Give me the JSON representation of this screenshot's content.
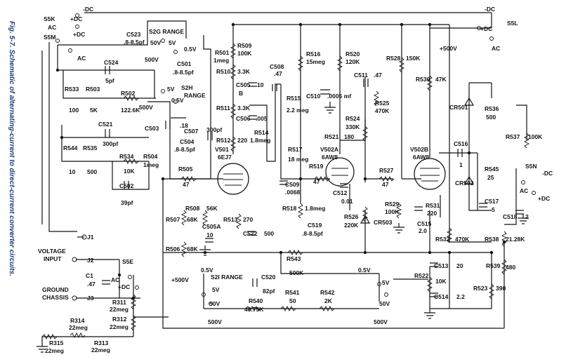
{
  "caption": "Fig. 5-7. Schematic of alternating-current to direct-current converter circuits.",
  "switches": {
    "s5k": "S5K",
    "s5m": "S5M",
    "s5l": "S5L",
    "s5n": "S5N",
    "s5e": "S5E",
    "s2g_range": "S2G RANGE",
    "s2h_range": "S2H",
    "s2h_range2": "RANGE",
    "s2i_range": "S2I RANGE"
  },
  "switch_positions": {
    "dc_minus": "-DC",
    "dc_plus": "+DC",
    "ac": "AC",
    "v500": "500V",
    "v50": "50V",
    "v5": "5V",
    "v05": "0.5V"
  },
  "supply": {
    "plus500": "+500V"
  },
  "inputs": {
    "j1": "J1",
    "j2": "J2",
    "j3": "J3",
    "voltage_input_1": "VOLTAGE",
    "voltage_input_2": "INPUT",
    "ground_1": "GROUND",
    "ground_2": "CHASSIS"
  },
  "tubes": {
    "v501": "V501",
    "v501_type": "6EJ7",
    "v502a": "V502A",
    "v502a_type": "6AW8",
    "v502b": "V502B",
    "v502b_type": "6AW8"
  },
  "components": [
    {
      "ref": "R509",
      "val": "100K"
    },
    {
      "ref": "R510",
      "val": "3.3K"
    },
    {
      "ref": "R511",
      "val": "3.3K"
    },
    {
      "ref": "R512",
      "val": "220"
    },
    {
      "ref": "R513",
      "val": "270"
    },
    {
      "ref": "R514",
      "val": "1.8meg"
    },
    {
      "ref": "R515",
      "val": "2.2 meg"
    },
    {
      "ref": "R516",
      "val": "15meg"
    },
    {
      "ref": "R517",
      "val": "18 meg"
    },
    {
      "ref": "R518",
      "val": "1.8meg"
    },
    {
      "ref": "R519",
      "val": "47"
    },
    {
      "ref": "R520",
      "val": "120K"
    },
    {
      "ref": "R521",
      "val": "180"
    },
    {
      "ref": "R524",
      "val": "330K"
    },
    {
      "ref": "R525",
      "val": "470K"
    },
    {
      "ref": "R526",
      "val": "220K"
    },
    {
      "ref": "R527",
      "val": "47"
    },
    {
      "ref": "R528",
      "val": "150K"
    },
    {
      "ref": "R529",
      "val": "100K"
    },
    {
      "ref": "R530",
      "val": "47K"
    },
    {
      "ref": "R531",
      "val": "220"
    },
    {
      "ref": "R532",
      "val": "470K"
    },
    {
      "ref": "R536",
      "val": "500"
    },
    {
      "ref": "R537",
      "val": "100K"
    },
    {
      "ref": "R538",
      "val": "21.28K"
    },
    {
      "ref": "R539",
      "val": "480"
    },
    {
      "ref": "R545",
      "val": "25"
    },
    {
      "ref": "R522",
      "val": "10K"
    },
    {
      "ref": "R523",
      "val": "390"
    },
    {
      "ref": "R501",
      "val": "1meg"
    },
    {
      "ref": "R502",
      "val": "122.6K"
    },
    {
      "ref": "R503",
      "val": "5K"
    },
    {
      "ref": "R533",
      "val": "100"
    },
    {
      "ref": "R504",
      "val": "1meg"
    },
    {
      "ref": "R505",
      "val": "47"
    },
    {
      "ref": "R534",
      "val": "10K"
    },
    {
      "ref": "R535",
      "val": "500"
    },
    {
      "ref": "R544",
      "val": "10"
    },
    {
      "ref": "R506",
      "val": "68K"
    },
    {
      "ref": "R507",
      "val": "68K"
    },
    {
      "ref": "R508",
      "val": "56K"
    },
    {
      "ref": "R540",
      "val": "48.75K"
    },
    {
      "ref": "R541",
      "val": "50"
    },
    {
      "ref": "R542",
      "val": "2K"
    },
    {
      "ref": "R543",
      "val": "500K"
    },
    {
      "ref": "R311",
      "val": "22meg"
    },
    {
      "ref": "R312",
      "val": "22meg"
    },
    {
      "ref": "R313",
      "val": "22meg"
    },
    {
      "ref": "R314",
      "val": "22meg"
    },
    {
      "ref": "R315",
      "val": "22meg"
    },
    {
      "ref": "C523",
      "val": ".8-8.5pf"
    },
    {
      "ref": "C524",
      "val": "5pf"
    },
    {
      "ref": "C501",
      "val": ".8-8.5pf"
    },
    {
      "ref": "C521",
      "val": "300pf"
    },
    {
      "ref": "C502",
      "val": "39pf"
    },
    {
      "ref": "C503",
      "val": ".18"
    },
    {
      "ref": "C504",
      "val": ".8-8.5pf"
    },
    {
      "ref": "C507",
      "val": "300pf"
    },
    {
      "ref": "C505",
      "val": "10"
    },
    {
      "ref": "C505B",
      "val": "B"
    },
    {
      "ref": "C506",
      "val": ".005"
    },
    {
      "ref": "C505A",
      "val": "10"
    },
    {
      "ref": "C522",
      "val": "500"
    },
    {
      "ref": "C508",
      "val": ".47"
    },
    {
      "ref": "C509",
      "val": ".0068"
    },
    {
      "ref": "C510",
      "val": ".0005 mf"
    },
    {
      "ref": "C511",
      "val": ".47"
    },
    {
      "ref": "C512",
      "val": "0.01"
    },
    {
      "ref": "C515",
      "val": "2.0"
    },
    {
      "ref": "C516",
      "val": "1"
    },
    {
      "ref": "C517",
      "val": "5"
    },
    {
      "ref": "C518",
      "val": "2"
    },
    {
      "ref": "C513",
      "val": "20"
    },
    {
      "ref": "C514",
      "val": "2.2"
    },
    {
      "ref": "C519",
      "val": ".8-8.5pf"
    },
    {
      "ref": "C520",
      "val": "82pf"
    },
    {
      "ref": "C1",
      "val": ".47"
    },
    {
      "ref": "CR501",
      "val": ""
    },
    {
      "ref": "CR502",
      "val": ""
    },
    {
      "ref": "CR503",
      "val": ""
    }
  ]
}
